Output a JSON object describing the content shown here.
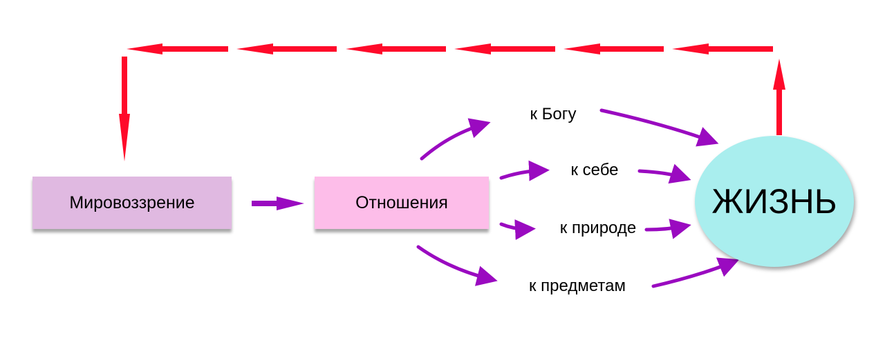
{
  "nodes": {
    "worldview": "Мировоззрение",
    "relations": "Отношения",
    "life": "ЖИЗНЬ"
  },
  "relation_labels": [
    "к Богу",
    "к себе",
    "к природе",
    "к предметам"
  ],
  "colors": {
    "worldview_fill": "#e0b9e1",
    "relations_fill": "#fdbde9",
    "life_fill": "#a9eeee",
    "feedback_arrow": "#ff0a2a",
    "relation_arrow": "#9a0ac0"
  }
}
